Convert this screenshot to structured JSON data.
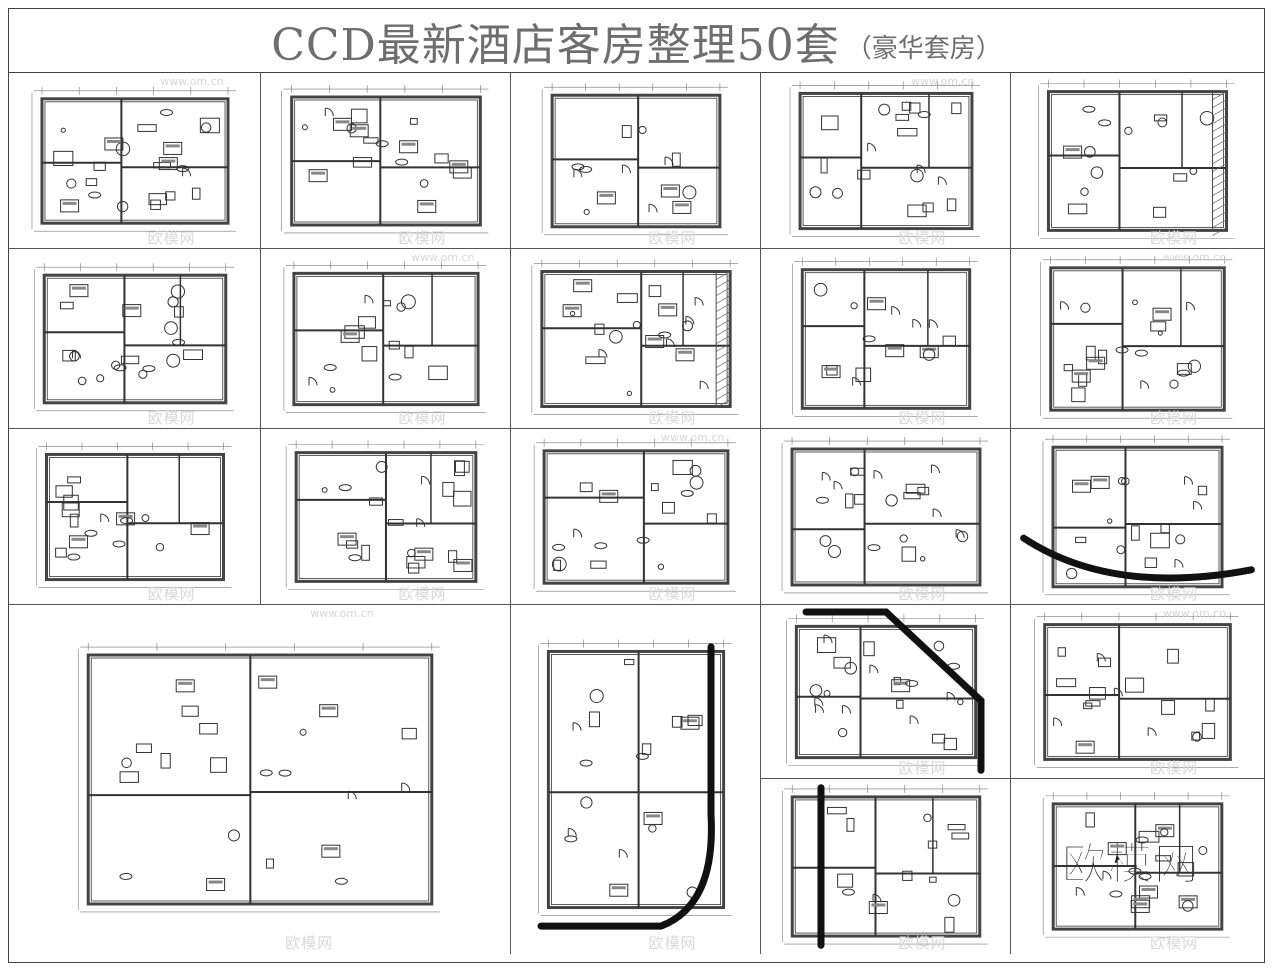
{
  "header": {
    "title": "CCD最新酒店客房整理50套",
    "subtitle": "（豪华套房）"
  },
  "watermark": {
    "brand": "欧模网",
    "url": "www.om.cn",
    "big_brand": "欧模网"
  },
  "colors": {
    "line": "#555555",
    "title": "#6e6e6e",
    "wall": "#111111"
  },
  "plans": [
    {
      "id": "plan-1"
    },
    {
      "id": "plan-2"
    },
    {
      "id": "plan-3"
    },
    {
      "id": "plan-4"
    },
    {
      "id": "plan-5"
    },
    {
      "id": "plan-6"
    },
    {
      "id": "plan-7"
    },
    {
      "id": "plan-8"
    },
    {
      "id": "plan-9"
    },
    {
      "id": "plan-10"
    },
    {
      "id": "plan-11"
    },
    {
      "id": "plan-12"
    },
    {
      "id": "plan-13"
    },
    {
      "id": "plan-14"
    },
    {
      "id": "plan-15"
    },
    {
      "id": "plan-16"
    },
    {
      "id": "plan-17"
    },
    {
      "id": "plan-18"
    },
    {
      "id": "plan-19"
    },
    {
      "id": "plan-20"
    },
    {
      "id": "plan-21"
    }
  ]
}
